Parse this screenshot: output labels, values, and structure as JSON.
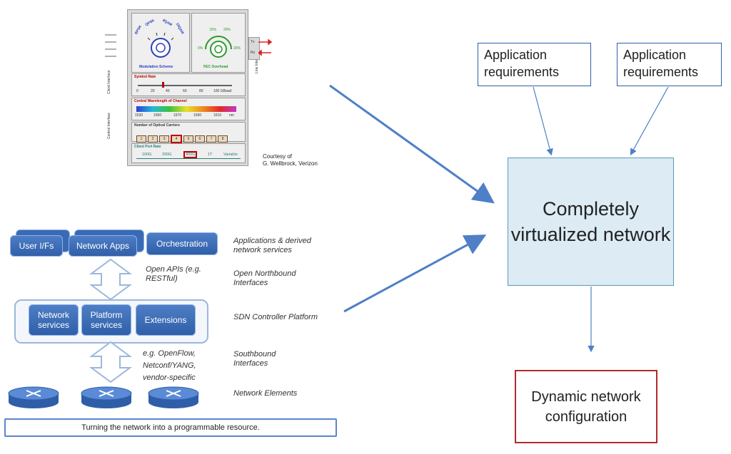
{
  "transceiver": {
    "modulation": {
      "labels": [
        "BPSK",
        "QPSK",
        "8QAM",
        "16QAM"
      ],
      "title": "Modulation Scheme"
    },
    "fec": {
      "labels": [
        "15%",
        "20%",
        "0%",
        "30%"
      ],
      "title": "FEC Overhead"
    },
    "symbol_rate": {
      "title": "Symbol Rate",
      "ticks": [
        "0",
        "20",
        "40",
        "60",
        "80",
        "100 GBaud"
      ]
    },
    "wavelength": {
      "title": "Central Wavelength of Channel",
      "ticks": [
        "1530",
        "1550",
        "1570",
        "1590",
        "1610",
        "nm"
      ]
    },
    "carriers": {
      "title": "Number of Optical Carriers",
      "cells": [
        "1",
        "2",
        "3",
        "4",
        "5",
        "6",
        "7",
        "8"
      ],
      "selected_index": 3
    },
    "port_rate": {
      "title": "Client Port Rate",
      "cells": [
        "100G",
        "200G",
        "400G",
        "1T",
        "Variable"
      ],
      "selected_index": 2
    },
    "side_labels": {
      "client": "Client Interface",
      "control": "Control Interface",
      "line": "Line Interface"
    },
    "txrx": {
      "tx": "Tx",
      "rx": "Rx"
    },
    "courtesy": [
      "Courtesy of",
      "G. Wellbrock, Verizon"
    ]
  },
  "sdn": {
    "apps": {
      "user_ifs": "User I/Fs",
      "network_apps": "Network Apps",
      "orchestration": "Orchestration"
    },
    "controller": {
      "network_services": "Network services",
      "platform_services": "Platform services",
      "extensions": "Extensions"
    },
    "apis_north": "Open APIs (e.g. RESTful)",
    "apis_south": "e.g. OpenFlow, Netconf/YANG, vendor-specific",
    "layer_labels": {
      "applications": "Applications & derived network services",
      "northbound": "Open Northbound Interfaces",
      "controller": "SDN Controller Platform",
      "southbound": "Southbound Interfaces",
      "elements": "Network Elements"
    },
    "caption": "Turning the network into a programmable resource."
  },
  "flow": {
    "req_left": "Application requirements",
    "req_right": "Application requirements",
    "center": "Completely virtualized network",
    "output": "Dynamic network configuration"
  },
  "colors": {
    "arrow": "#4f7fc6",
    "center_fill": "#dcebf4",
    "output_border": "#b22a2a",
    "sdn_blue": "#2f5ea8"
  }
}
